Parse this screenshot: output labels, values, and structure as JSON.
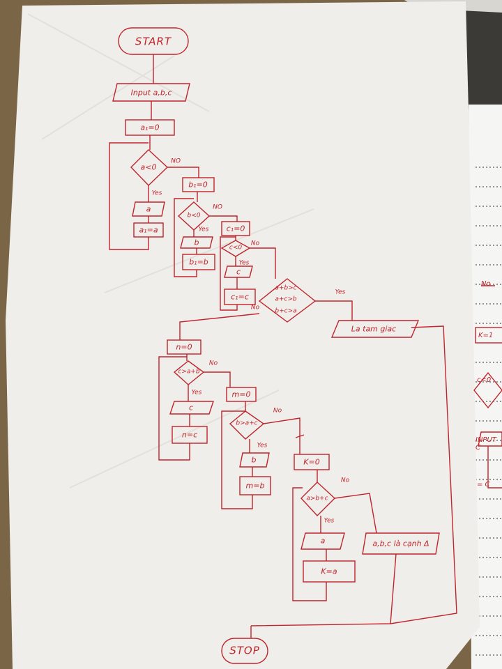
{
  "colors": {
    "ink": "#c0242c",
    "paper": "#f2f1ec",
    "table": "#6b5a3c",
    "notebook": "#f7f7f7"
  },
  "nodes": {
    "start": "START",
    "input_abc": "Input a,b,c",
    "a1_init": "a₁=0",
    "cond_a": "a<0",
    "out_a": "a",
    "assign_a1": "a₁=a",
    "b1_init": "b₁=0",
    "cond_b": "b<0",
    "out_b": "b",
    "assign_b1": "b₁=b",
    "c1_init": "c₁=0",
    "cond_c": "c<0",
    "out_c": "c",
    "assign_c1": "c₁=c",
    "tri_cond_1": "a+b>c",
    "tri_cond_2": "a+c>b",
    "tri_cond_3": "b+c>a",
    "la_tam_giac": "La tam giac",
    "n_init": "n=0",
    "cond_n": "c>a+b",
    "out_c2": "c",
    "assign_n": "n=c",
    "m_init": "m=0",
    "cond_m": "b>a+c",
    "out_b2": "b",
    "assign_m": "m=b",
    "k_init": "K=0",
    "cond_k": "a>b+c",
    "out_a2": "a",
    "assign_k": "K=a",
    "la_canh": "a,b,c là cạnh Δ",
    "stop": "STOP"
  },
  "branch_labels": {
    "no_a": "NO",
    "yes_a": "Yes",
    "no_b": "NO",
    "yes_b": "Yes",
    "no_c": "No",
    "yes_c": "Yes",
    "yes_tri": "Yes",
    "no_tri": "No",
    "no_n": "No",
    "yes_n": "Yes",
    "no_m": "No",
    "yes_m": "Yes",
    "no_k": "No",
    "yes_k": "Yes"
  },
  "side_page": {
    "no": "No",
    "text1": "K=1",
    "text2": "c<0",
    "text3": "INPUT C",
    "text4": "= C"
  }
}
